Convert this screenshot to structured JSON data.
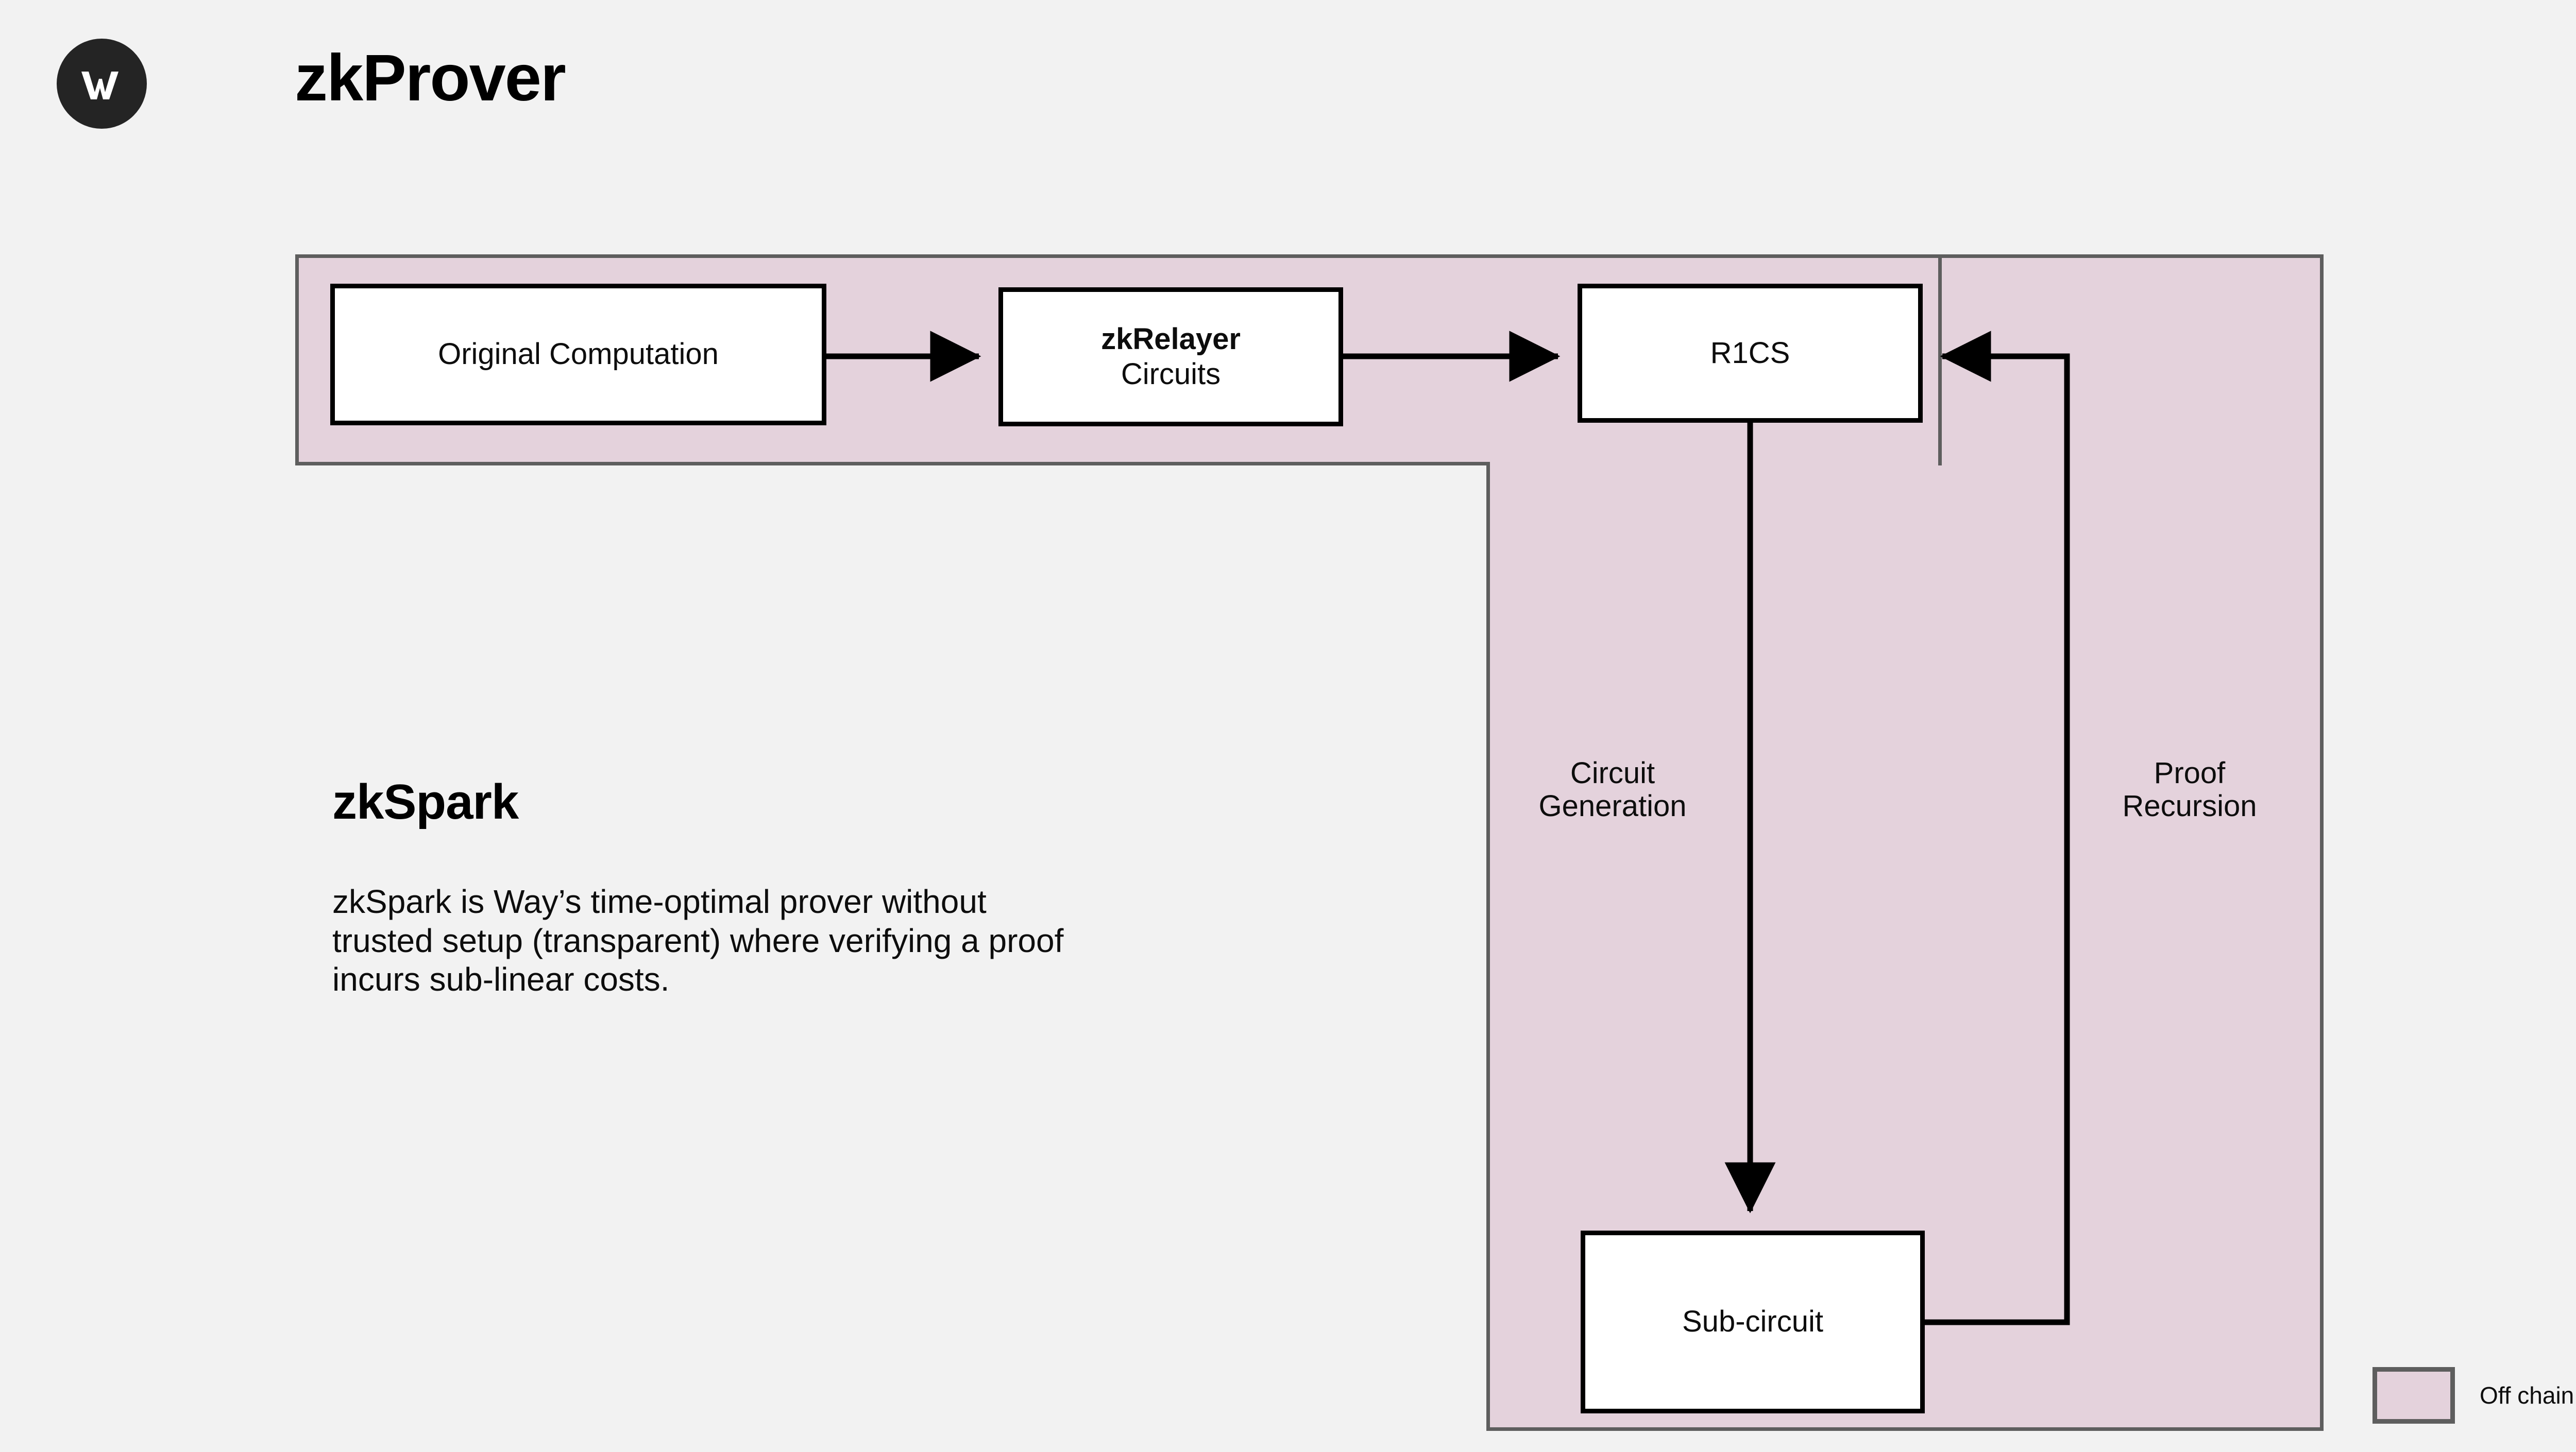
{
  "header": {
    "title": "zkProver",
    "logo_icon": "way-w-logo-icon",
    "logo_letter": "W"
  },
  "diagram": {
    "type": "flow-diagram",
    "nodes": [
      {
        "id": "original-computation",
        "label": "Original Computation",
        "bold_line": ""
      },
      {
        "id": "zkrelayer",
        "label": "zkRelayer",
        "sublabel": "Circuits"
      },
      {
        "id": "r1cs",
        "label": "R1CS"
      },
      {
        "id": "subcircuit",
        "label": "Sub-circuit"
      }
    ],
    "edges": [
      {
        "from": "original-computation",
        "to": "zkrelayer",
        "label": ""
      },
      {
        "from": "zkrelayer",
        "to": "r1cs",
        "label": ""
      },
      {
        "from": "r1cs",
        "to": "subcircuit",
        "label": "Circuit Generation"
      },
      {
        "from": "subcircuit",
        "to": "r1cs",
        "label": "Proof Recursion"
      }
    ],
    "edge_labels": {
      "circuit_generation_line1": "Circuit",
      "circuit_generation_line2": "Generation",
      "proof_recursion_line1": "Proof",
      "proof_recursion_line2": "Recursion"
    },
    "regions": [
      {
        "id": "region-horizontal",
        "kind": "off-chain"
      },
      {
        "id": "region-vertical",
        "kind": "off-chain"
      }
    ]
  },
  "zkspark": {
    "heading": "zkSpark",
    "body": "zkSpark is Way’s time-optimal prover without trusted setup (transparent)  where verifying a proof incurs sub-linear costs."
  },
  "legend": {
    "items": [
      {
        "label": "Off chain",
        "swatch_name": "off-chain-swatch"
      }
    ]
  },
  "colors": {
    "background": "#f2f2f2",
    "off_chain_fill": "#e4d2dc",
    "off_chain_border": "#5e5e5e",
    "node_border": "#000000",
    "node_fill": "#ffffff",
    "logo_background": "#242424",
    "text": "#0d0d0d"
  }
}
